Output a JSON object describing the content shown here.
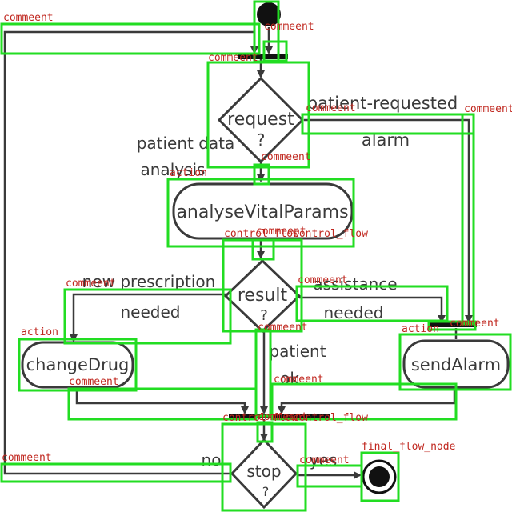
{
  "nodes": {
    "request_label_1": "request",
    "request_label_2": "?",
    "action_analyse": "analyseVitalParams",
    "result_label_1": "result",
    "result_label_2": "?",
    "action_change": "changeDrug",
    "action_alarm": "sendAlarm",
    "stop_label_1": "stop",
    "stop_label_2": "?"
  },
  "guards": {
    "patient_requested_1": "patient-requested",
    "patient_requested_2": "alarm",
    "patient_data_1": "patient data",
    "patient_data_2": "analysis",
    "new_prescription_1": "new prescription",
    "new_prescription_2": "needed",
    "assistance_1": "assistance",
    "assistance_2": "needed",
    "patient_ok_1": "patient",
    "patient_ok_2": "ok",
    "no": "no",
    "yes": "yes"
  },
  "annotations": {
    "comment": "commeent",
    "action": "action",
    "control_flow": "control_flow",
    "final_flow_node": "final_flow_node"
  },
  "colors": {
    "annotation_box": "#22dd22",
    "annotation_label": "#c0271f",
    "diagram_ink": "#3a3a3a"
  }
}
